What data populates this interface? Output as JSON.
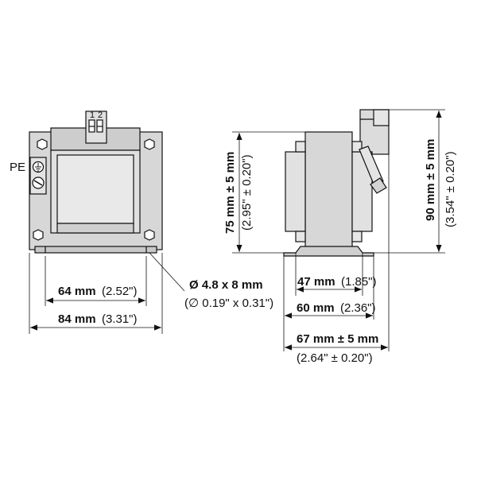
{
  "front_view": {
    "pe_label": "PE",
    "terminal_1": "1",
    "terminal_2": "2",
    "width_inner_bold": "64 mm",
    "width_inner_paren": "(2.52\")",
    "width_outer_bold": "84 mm",
    "width_outer_paren": "(3.31\")",
    "hole_bold": "Ø 4.8 x 8 mm",
    "hole_paren": "(∅ 0.19\" x 0.31\")"
  },
  "side_view": {
    "height_inner_bold": "75 mm ± 5 mm",
    "height_inner_paren": "(2.95\" ± 0.20\")",
    "height_outer_bold": "90 mm ± 5 mm",
    "height_outer_paren": "(3.54\" ± 0.20\")",
    "depth_1_bold": "47 mm",
    "depth_1_paren": "(1.85\")",
    "depth_2_bold": "60 mm",
    "depth_2_paren": "(2.36\")",
    "depth_3_bold": "67 mm ± 5 mm",
    "depth_3_paren": "(2.64\" ± 0.20\")"
  },
  "colors": {
    "body_fill": "#d7d7d7",
    "line": "#111111"
  }
}
